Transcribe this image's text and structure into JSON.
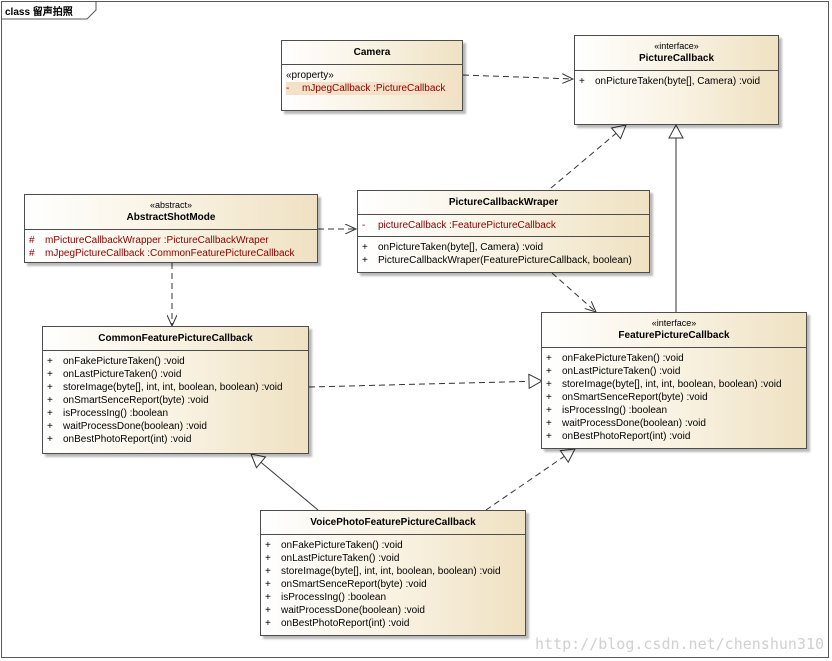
{
  "frame": {
    "label": "class 留声拍照"
  },
  "classes": {
    "camera": {
      "name": "Camera",
      "stereotype": "«property»",
      "attributes": [
        {
          "vis": "-",
          "text": "mJpegCallback  :PictureCallback"
        }
      ]
    },
    "picture_callback": {
      "stereotype": "«interface»",
      "name": "PictureCallback",
      "operations": [
        {
          "vis": "+",
          "text": "onPictureTaken(byte[], Camera)  :void"
        }
      ]
    },
    "abstract_shot_mode": {
      "stereotype": "«abstract»",
      "name": "AbstractShotMode",
      "attributes": [
        {
          "vis": "#",
          "text": "mPictureCallbackWrapper  :PictureCallbackWraper"
        },
        {
          "vis": "#",
          "text": "mJpegPictureCallback  :CommonFeaturePictureCallback"
        }
      ]
    },
    "picture_callback_wraper": {
      "name": "PictureCallbackWraper",
      "attributes": [
        {
          "vis": "-",
          "text": "pictureCallback  :FeaturePictureCallback"
        }
      ],
      "operations": [
        {
          "vis": "+",
          "text": "onPictureTaken(byte[], Camera)  :void"
        },
        {
          "vis": "+",
          "text": "PictureCallbackWraper(FeaturePictureCallback, boolean)"
        }
      ]
    },
    "common_feature_picture_callback": {
      "name": "CommonFeaturePictureCallback",
      "operations": [
        {
          "vis": "+",
          "text": "onFakePictureTaken()  :void"
        },
        {
          "vis": "+",
          "text": "onLastPictureTaken()  :void"
        },
        {
          "vis": "+",
          "text": "storeImage(byte[], int, int, boolean, boolean)  :void"
        },
        {
          "vis": "+",
          "text": "onSmartSenceReport(byte)  :void"
        },
        {
          "vis": "+",
          "text": "isProcessIng()  :boolean"
        },
        {
          "vis": "+",
          "text": "waitProcessDone(boolean)  :void"
        },
        {
          "vis": "+",
          "text": "onBestPhotoReport(int)  :void"
        }
      ]
    },
    "feature_picture_callback": {
      "stereotype": "«interface»",
      "name": "FeaturePictureCallback",
      "operations": [
        {
          "vis": "+",
          "text": "onFakePictureTaken()  :void"
        },
        {
          "vis": "+",
          "text": "onLastPictureTaken()  :void"
        },
        {
          "vis": "+",
          "text": "storeImage(byte[], int, int, boolean, boolean)  :void"
        },
        {
          "vis": "+",
          "text": "onSmartSenceReport(byte)  :void"
        },
        {
          "vis": "+",
          "text": "isProcessIng()  :boolean"
        },
        {
          "vis": "+",
          "text": "waitProcessDone(boolean)  :void"
        },
        {
          "vis": "+",
          "text": "onBestPhotoReport(int)  :void"
        }
      ]
    },
    "voice_photo_feature_picture_callback": {
      "name": "VoicePhotoFeaturePictureCallback",
      "operations": [
        {
          "vis": "+",
          "text": "onFakePictureTaken()  :void"
        },
        {
          "vis": "+",
          "text": "onLastPictureTaken()  :void"
        },
        {
          "vis": "+",
          "text": "storeImage(byte[], int, int, boolean, boolean)  :void"
        },
        {
          "vis": "+",
          "text": "onSmartSenceReport(byte)  :void"
        },
        {
          "vis": "+",
          "text": "isProcessIng()  :boolean"
        },
        {
          "vis": "+",
          "text": "waitProcessDone(boolean)  :void"
        },
        {
          "vis": "+",
          "text": "onBestPhotoReport(int)  :void"
        }
      ]
    }
  },
  "relationships": [
    {
      "from": "Camera",
      "to": "PictureCallback",
      "kind": "dependency"
    },
    {
      "from": "AbstractShotMode",
      "to": "PictureCallbackWraper",
      "kind": "dependency"
    },
    {
      "from": "AbstractShotMode",
      "to": "CommonFeaturePictureCallback",
      "kind": "dependency"
    },
    {
      "from": "PictureCallbackWraper",
      "to": "PictureCallback",
      "kind": "realization"
    },
    {
      "from": "PictureCallbackWraper",
      "to": "FeaturePictureCallback",
      "kind": "dependency"
    },
    {
      "from": "FeaturePictureCallback",
      "to": "PictureCallback",
      "kind": "generalization"
    },
    {
      "from": "CommonFeaturePictureCallback",
      "to": "FeaturePictureCallback",
      "kind": "realization"
    },
    {
      "from": "VoicePhotoFeaturePictureCallback",
      "to": "CommonFeaturePictureCallback",
      "kind": "generalization"
    },
    {
      "from": "VoicePhotoFeaturePictureCallback",
      "to": "FeaturePictureCallback",
      "kind": "realization"
    }
  ],
  "watermark": "http://blog.csdn.net/chenshun310",
  "colors": {
    "attribute_text": "#8b0000",
    "box_fill_end": "#efe1c2",
    "border": "#4d4d4d"
  }
}
